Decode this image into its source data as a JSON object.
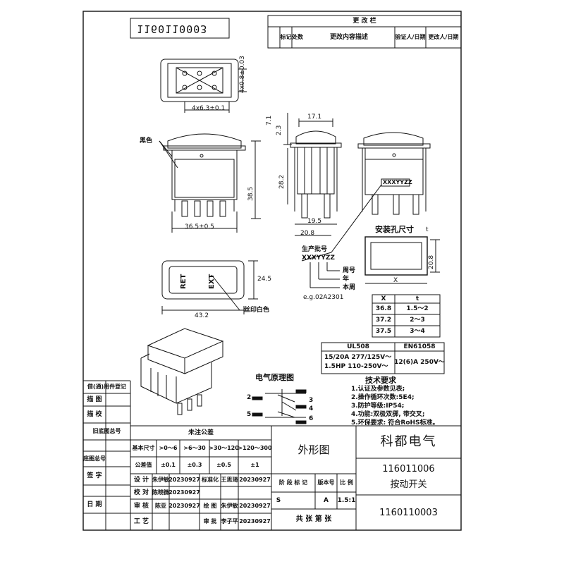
{
  "stamp_number": "1160110003",
  "revision": {
    "title": "更 改 栏",
    "col_mark": "标记",
    "col_count": "处数",
    "col_desc": "更改内容描述",
    "col_verifier": "验证人/日期",
    "col_changer": "更改人/日期"
  },
  "dims": {
    "top_pin_height": "4x0.8±0.03",
    "top_pin_pitch": "4x6.3±0.1",
    "side_width": "17.1",
    "side_d1": "7.1",
    "side_d2": "2.3",
    "side_h": "28.2",
    "front_h": "38.5",
    "front_w": "36.5±0.5",
    "side_bottom": "19.5",
    "side_bottom2": "20.8",
    "cap_h": "24.5",
    "cap_w": "43.2",
    "hole_w": "X",
    "hole_h": "20.8",
    "hole_t": "t"
  },
  "labels": {
    "black": "黑色",
    "silk_white": "丝印白色",
    "prod_batch": "生产批号",
    "batch_code": "XXXYYZZ",
    "batch_code_side": "XXXYYZZ",
    "week": "周号",
    "year": "年",
    "day": "本周",
    "example": "e.g.02A2301",
    "install_hole": "安装孔尺寸",
    "ret": "RET",
    "ext": "EXT",
    "circuit_title": "电气原理图",
    "pin2": "2",
    "pin5": "5",
    "pin3": "3",
    "pin4": "4",
    "pin6": "6"
  },
  "hole_table": {
    "head_x": "X",
    "head_t": "t",
    "rows": [
      {
        "x": "36.8",
        "t": "1.5～2"
      },
      {
        "x": "37.2",
        "t": "2～3"
      },
      {
        "x": "37.5",
        "t": "3～4"
      }
    ]
  },
  "ratings": {
    "ul_head": "UL508",
    "en_head": "EN61058",
    "ul_line1": "15/20A 277/125V～",
    "ul_line2": "1.5HP 110-250V～",
    "en_line": "12(6)A 250V～"
  },
  "tech": {
    "title": "技术要求",
    "items": [
      "1.认证及参数见表;",
      "2.操作循环次数:5E4;",
      "3.防护等级:IP54;",
      "4.功能:双极双掷, 带交叉;",
      "5.环保要求: 符合RoHS标准。"
    ]
  },
  "left_margin": {
    "borrow": "借(通)用件登记",
    "draw": "描 图",
    "check": "描 校",
    "old_no": "旧底图总号",
    "base_no": "底图总号",
    "sign": "签 字",
    "date": "日 期"
  },
  "tolerance": {
    "title": "未注公差",
    "col0": "基本尺寸",
    "col1": ">0～6",
    "col2": ">6～30",
    "col3": ">30～120",
    "col4": ">120～300",
    "row_label": "公差值",
    "v1": "±0.1",
    "v2": "±0.3",
    "v3": "±0.5",
    "v4": "±1"
  },
  "signoff": {
    "design": "设 计",
    "design_name": "朱伊敏",
    "design_date": "20230927",
    "std": "标准化",
    "std_name": "王思琦",
    "std_date": "20230927",
    "proof": "校 对",
    "proof_name": "陈晓微",
    "proof_date": "20230927",
    "audit": "审 核",
    "audit_name": "陈亚",
    "audit_date": "20230927",
    "drafter": "绘 图",
    "drafter_name": "朱伊敏",
    "drafter_date": "20230927",
    "craft": "工 艺",
    "review": "审 批",
    "review_name": "李子平",
    "review_date": "20230927"
  },
  "titleblock": {
    "company": "科都电气",
    "view": "外形图",
    "part_no": "116011006",
    "part_name": "按动开关",
    "drawing_no": "1160110003",
    "stage_mark": "阶 段 标 记",
    "version": "版本号",
    "scale": "比 例",
    "stage_value": "S",
    "version_value": "A",
    "scale_value": "1.5:1",
    "sheets": "共 张 第 张"
  }
}
